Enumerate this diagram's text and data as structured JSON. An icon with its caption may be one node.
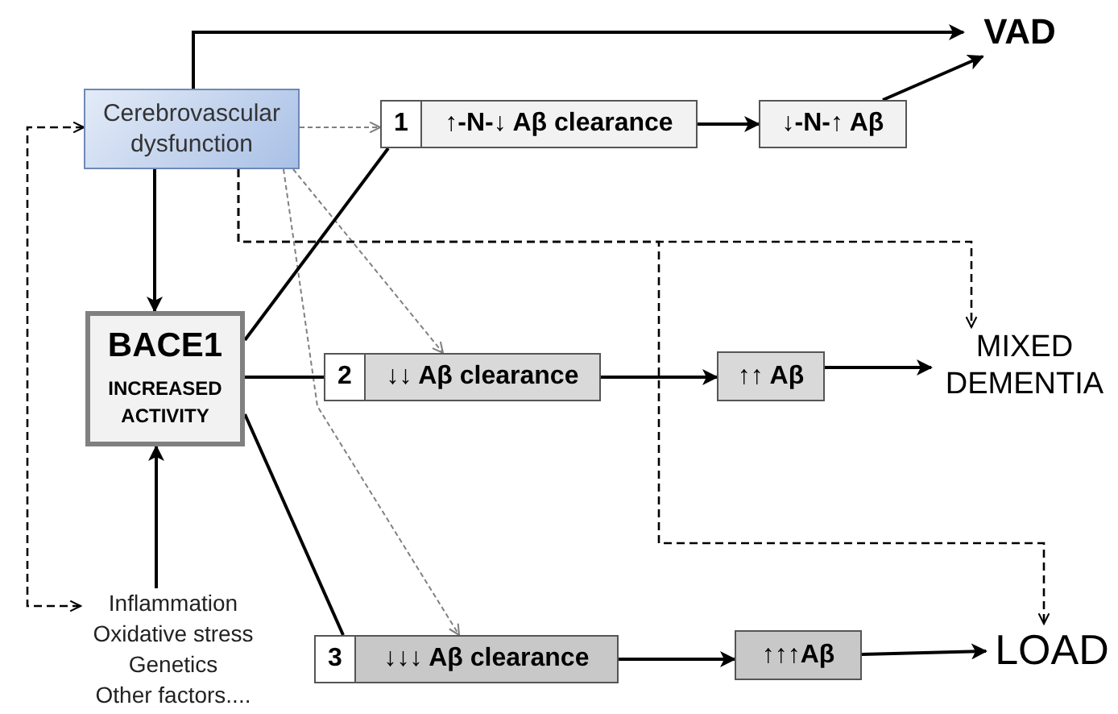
{
  "diagram": {
    "nodes": [
      {
        "text": [
          "Cerebrovascular dysfunction"
        ]
      },
      {
        "text": [
          "BACE1",
          "INCREASED ACTIVITY"
        ]
      },
      {
        "text": [
          "Inflammation",
          "Oxidative stress",
          "Genetics",
          "Other factors...."
        ]
      },
      {
        "text": [
          "1",
          "↑-N-↓ Aβ clearance"
        ]
      },
      {
        "text": [
          "↓-N-↑ Aβ"
        ]
      },
      {
        "text": [
          "VAD"
        ]
      },
      {
        "text": [
          "2",
          "↓↓ Aβ clearance"
        ]
      },
      {
        "text": [
          "↑↑ Aβ"
        ]
      },
      {
        "text": [
          "MIXED DEMENTIA"
        ]
      },
      {
        "text": [
          "3",
          "↓↓↓ Aβ clearance"
        ]
      },
      {
        "text": [
          "↑↑↑Aβ"
        ]
      },
      {
        "text": [
          "LOAD"
        ]
      }
    ],
    "edges": [
      {
        "from": 0,
        "to": 5,
        "arrow": "to"
      },
      {
        "from": 0,
        "to": 1,
        "arrow": "to"
      },
      {
        "from": 2,
        "to": 1,
        "arrow": "to"
      },
      {
        "from": 0,
        "to": 2,
        "arrow": "both",
        "style": "dashed"
      },
      {
        "from": 0,
        "to": 3,
        "arrow": "to",
        "style": "dashed",
        "color": "#808080"
      },
      {
        "from": 0,
        "to": 6,
        "arrow": "to",
        "style": "dashed",
        "color": "#808080"
      },
      {
        "from": 0,
        "to": 9,
        "arrow": "to",
        "style": "dashed",
        "color": "#808080"
      },
      {
        "from": 0,
        "to": 8,
        "arrow": "to",
        "style": "dashed"
      },
      {
        "from": 0,
        "to": 11,
        "arrow": "to",
        "style": "dashed"
      },
      {
        "from": 1,
        "to": 3,
        "arrow": "none"
      },
      {
        "from": 1,
        "to": 6,
        "arrow": "none"
      },
      {
        "from": 1,
        "to": 9,
        "arrow": "none"
      },
      {
        "from": 3,
        "to": 4,
        "arrow": "to"
      },
      {
        "from": 4,
        "to": 5,
        "arrow": "to"
      },
      {
        "from": 6,
        "to": 7,
        "arrow": "to"
      },
      {
        "from": 7,
        "to": 8,
        "arrow": "to"
      },
      {
        "from": 9,
        "to": 10,
        "arrow": "to"
      },
      {
        "from": 10,
        "to": 11,
        "arrow": "to"
      }
    ]
  }
}
